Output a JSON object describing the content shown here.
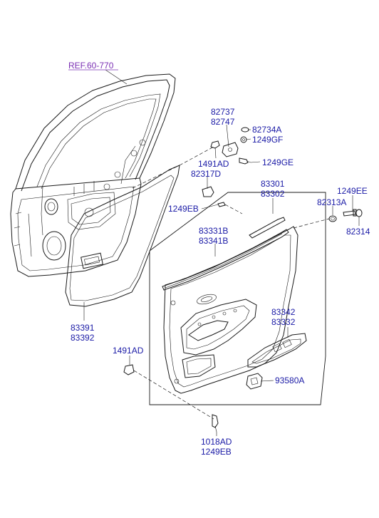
{
  "reference": {
    "text": "REF.60-770"
  },
  "labels": {
    "l82737": "82737",
    "l82747": "82747",
    "l82734A": "82734A",
    "l1249GF": "1249GF",
    "l1249GE": "1249GE",
    "l1491AD_top": "1491AD",
    "l82317D": "82317D",
    "l83301": "83301",
    "l83302": "83302",
    "l1249EE": "1249EE",
    "l82313A": "82313A",
    "l82314": "82314",
    "l1249EB_mid": "1249EB",
    "l83331B": "83331B",
    "l83341B": "83341B",
    "l83391": "83391",
    "l83392": "83392",
    "l83342": "83342",
    "l83332": "83332",
    "l1491AD_low": "1491AD",
    "l93580A": "93580A",
    "l1018AD": "1018AD",
    "l1249EB_bot": "1249EB"
  }
}
